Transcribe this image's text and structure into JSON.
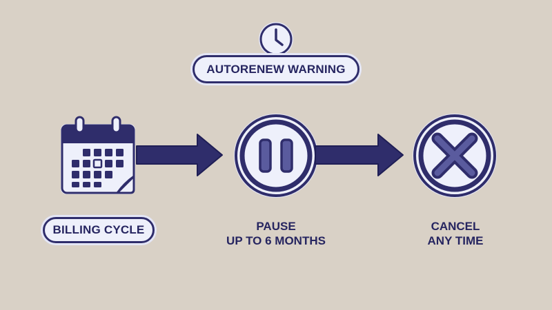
{
  "header": {
    "warning_label": "AUTORENEW WARNING",
    "icon": "clock-icon"
  },
  "steps": [
    {
      "id": "billing",
      "label": "BILLING CYCLE",
      "icon": "calendar-icon"
    },
    {
      "id": "pause",
      "label_lines": [
        "PAUSE",
        "UP TO 6 MONTHS"
      ],
      "icon": "pause-icon"
    },
    {
      "id": "cancel",
      "label_lines": [
        "CANCEL",
        "ANY TIME"
      ],
      "icon": "cancel-x-icon"
    }
  ],
  "colors": {
    "background": "#d9d1c6",
    "ink": "#2f2d6b",
    "fill_light": "#eef0fb",
    "accent": "#5a5b9e"
  }
}
